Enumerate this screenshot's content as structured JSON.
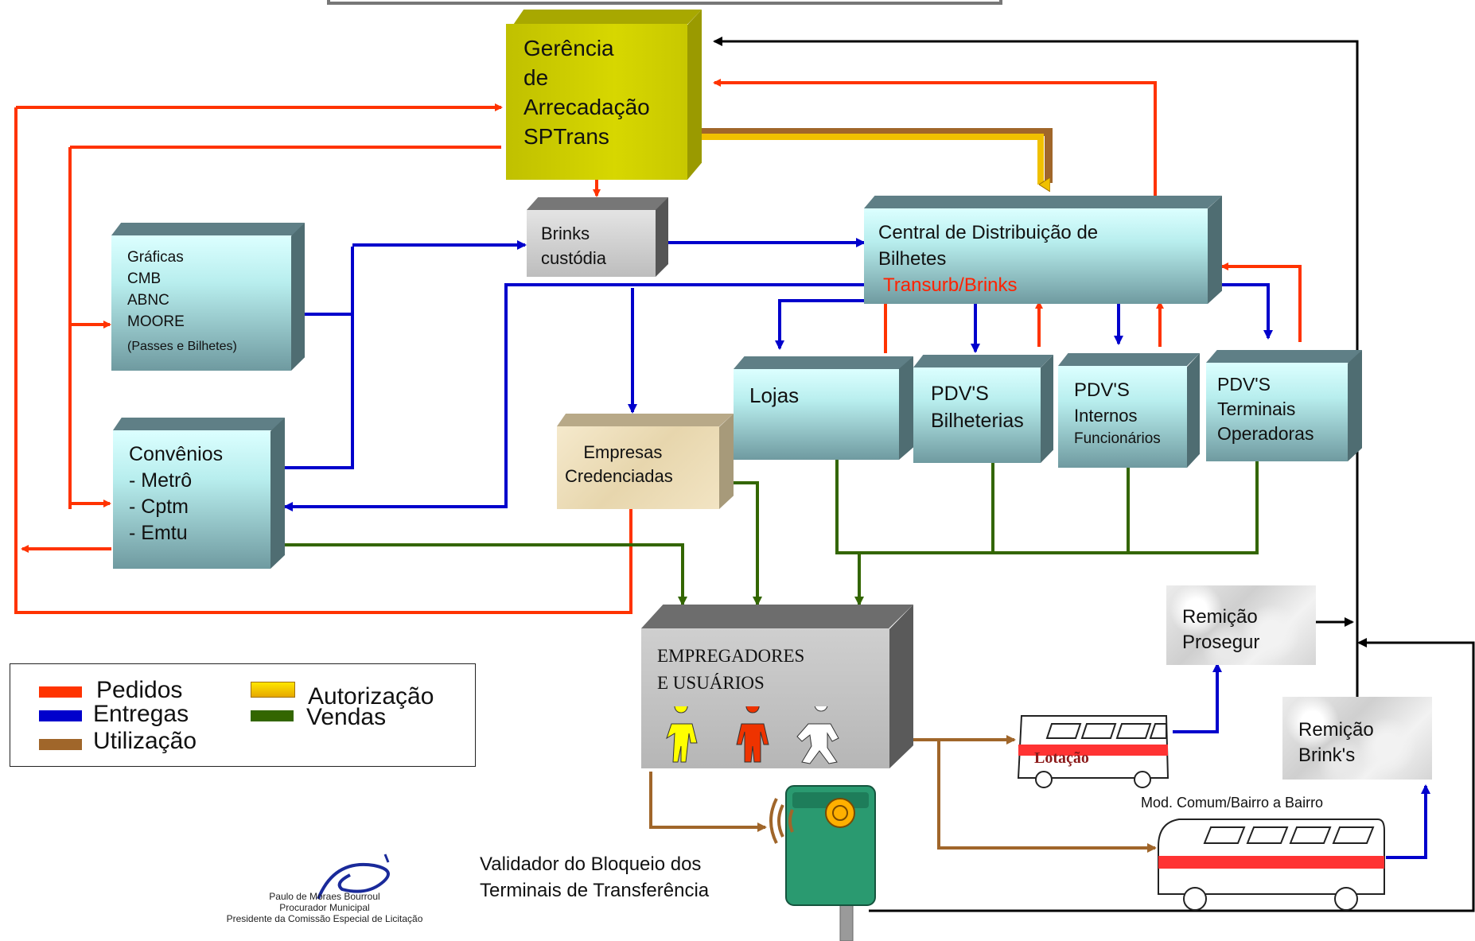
{
  "nodes": {
    "gerencia": {
      "lines": [
        "Gerência",
        "de",
        "Arrecadação",
        "SPTrans"
      ]
    },
    "brinks_custodia": {
      "lines": [
        "Brinks",
        "custódia"
      ]
    },
    "central": {
      "line1": "Central de Distribuição  de",
      "line2": "Bilhetes",
      "line3": "Transurb/Brinks"
    },
    "graficas": {
      "lines": [
        "Gráficas",
        "CMB",
        "ABNC",
        "MOORE"
      ],
      "note": "(Passes e Bilhetes)"
    },
    "convenios": {
      "lines": [
        "Convênios",
        "- Metrô",
        "- Cptm",
        "- Emtu"
      ]
    },
    "empresas": {
      "lines": [
        "Empresas",
        "Credenciadas"
      ]
    },
    "lojas": {
      "label": "Lojas"
    },
    "pdv_bilheterias": {
      "lines": [
        "PDV'S",
        "Bilheterias"
      ]
    },
    "pdv_internos": {
      "lines": [
        "PDV'S",
        "Internos"
      ],
      "sub": "Funcionários"
    },
    "pdv_terminais": {
      "lines": [
        "PDV'S",
        "Terminais",
        "Operadoras"
      ]
    },
    "empregadores": {
      "lines": [
        "EMPREGADORES",
        "E  USUÁRIOS"
      ]
    },
    "remicao_prosegur": {
      "lines": [
        "Remição",
        "Prosegur"
      ]
    },
    "remicao_brinks": {
      "lines": [
        "Remição",
        "Brink's"
      ]
    }
  },
  "vehicles": {
    "lotacao_label": "Lotação",
    "bus_caption": "Mod. Comum/Bairro a Bairro"
  },
  "validator_caption": {
    "line1": "Validador do Bloqueio dos",
    "line2": "Terminais de Transferência"
  },
  "signature": {
    "line1": "Paulo de Moraes Bourroul",
    "line2": "Procurador Municipal",
    "line3": "Presidente da Comissão Especial de Licitação"
  },
  "legend": {
    "pedidos": "Pedidos",
    "entregas": "Entregas",
    "utilizacao": "Utilização",
    "autorizacao": "Autorização",
    "vendas": "Vendas"
  },
  "colors": {
    "pedidos": "#ff3300",
    "entregas": "#0000cc",
    "utilizacao": "#a0662a",
    "autorizacao": "#f0c000",
    "vendas": "#336600",
    "retorno": "#000000"
  }
}
